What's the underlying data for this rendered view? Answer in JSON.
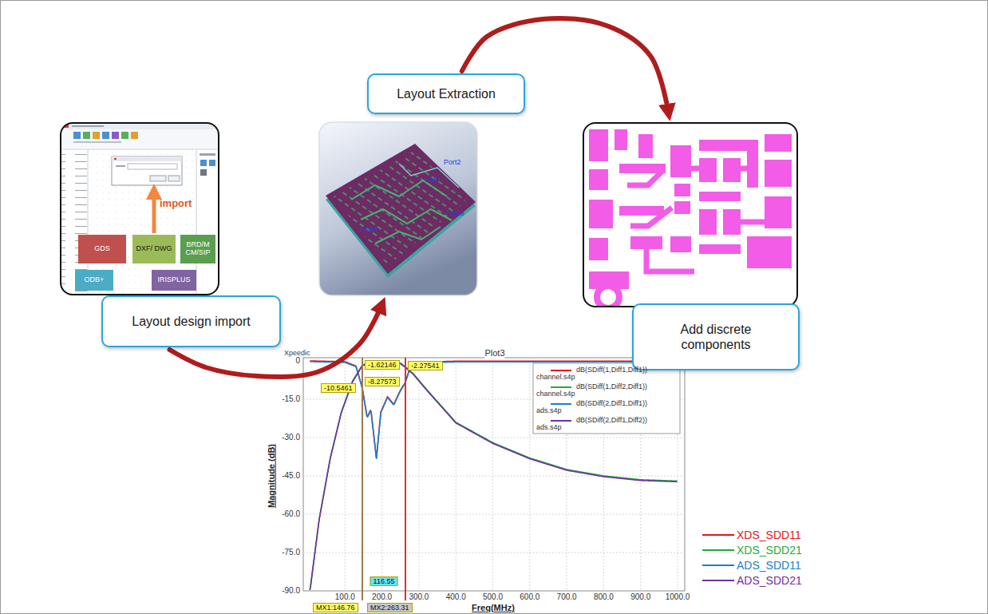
{
  "diagram": {
    "nodes": [
      {
        "text": [
          "Layout design import"
        ]
      },
      {
        "text": [
          "Layout Extraction"
        ]
      },
      {
        "text": [
          "Add discrete components"
        ]
      }
    ],
    "edges": [
      {
        "from": 0,
        "to": 1,
        "arrow": "to"
      },
      {
        "from": 1,
        "to": 2,
        "arrow": "to"
      }
    ],
    "labels": [
      "import",
      "GDS",
      "DXF/ DWG",
      "BRD/M CM/SIP",
      "ODB+",
      "IRISPLUS",
      "Port2",
      "Port1",
      "Port3",
      "Port9",
      "Plot3",
      "Xpeedic",
      "Magnitude (dB)",
      "Freq(MHz)",
      "0",
      "-15.0",
      "-30.0",
      "-45.0",
      "-60.0",
      "-75.0",
      "-90.0",
      "100.0",
      "200.0",
      "300.0",
      "400.0",
      "500.0",
      "600.0",
      "700.0",
      "800.0",
      "900.0",
      "1000.0",
      "-1.62146",
      "-2.27541",
      "-10.5461",
      "-8.27573",
      "116.55",
      "MX1:146.76",
      "MX2:263.31",
      "dB(SDiff(1,Diff1,Diff1))",
      "channel.s4p",
      "dB(SDiff(1,Diff2,Diff1))",
      "channel.s4p",
      "dB(SDiff(2,Diff1,Diff1))",
      "ads.s4p",
      "dB(SDiff(2,Diff1,Diff2))",
      "ads.s4p"
    ],
    "legend": [
      {
        "text": "XDS_SDD11",
        "color": "#e8141b"
      },
      {
        "text": "XDS_SDD21",
        "color": "#1faa3c"
      },
      {
        "text": "ADS_SDD11",
        "color": "#1a7fc6"
      },
      {
        "text": "ADS_SDD21",
        "color": "#7030a0"
      }
    ]
  }
}
